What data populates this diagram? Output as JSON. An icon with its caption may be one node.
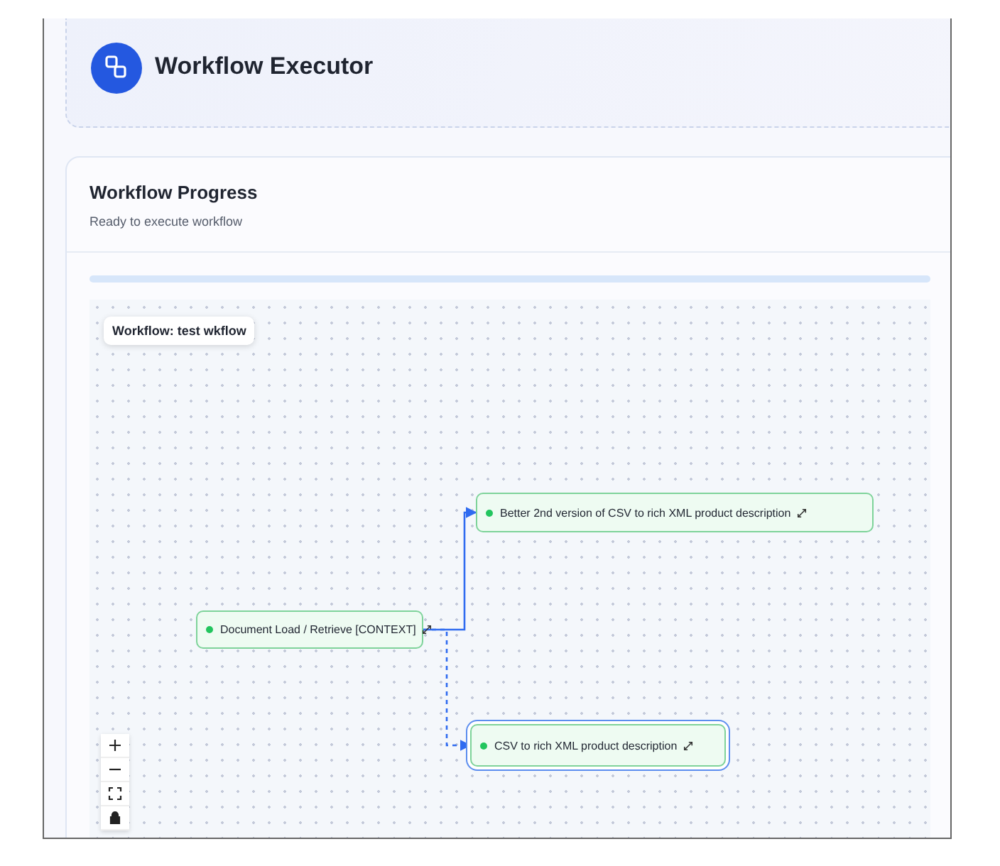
{
  "diagram": {
    "title": "Workflow Executor",
    "nodes": [
      {
        "text": [
          "Document Load / Retrieve [CONTEXT]"
        ]
      },
      {
        "text": [
          "Better 2nd version of CSV to rich XML product description"
        ]
      },
      {
        "text": [
          "CSV to rich XML product description"
        ]
      }
    ],
    "edges": [
      {
        "from": 0,
        "to": 1,
        "arrow": "to"
      },
      {
        "from": 0,
        "to": 2,
        "arrow": "to",
        "style": "dashed"
      }
    ],
    "labels": [
      "Workflow Progress",
      "Ready to execute workflow",
      "Workflow: test wkflow"
    ]
  }
}
